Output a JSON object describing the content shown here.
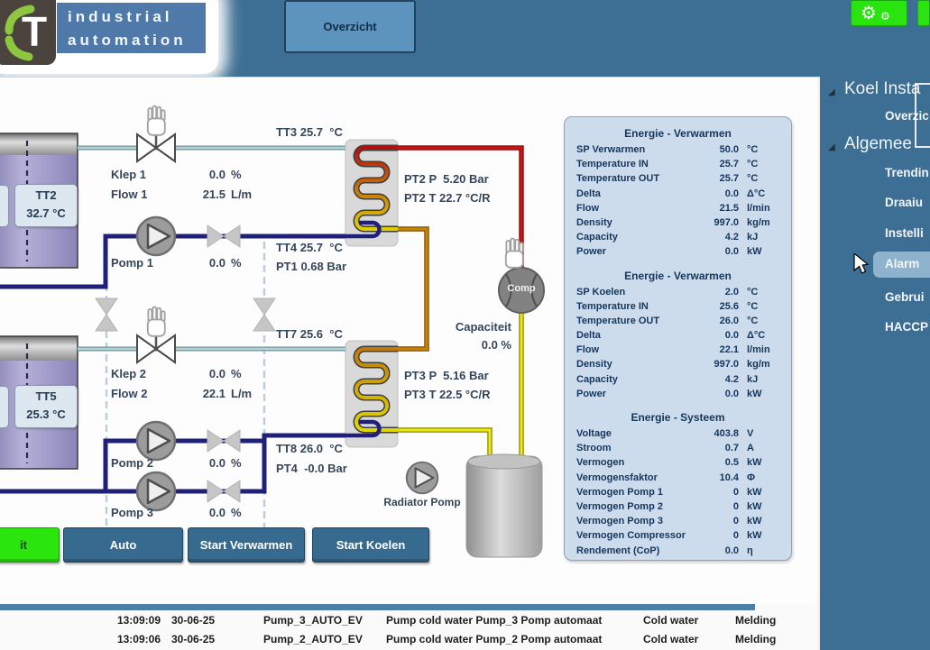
{
  "header": {
    "logo": {
      "letter": "T",
      "line1": "industrial",
      "line2": "automation"
    },
    "overzicht_button": "Overzicht"
  },
  "sidebar": {
    "items": [
      {
        "label": "Koel Insta"
      },
      {
        "label": "Overzic"
      },
      {
        "label": "Algemee"
      },
      {
        "label": "Trendin"
      },
      {
        "label": "Draaiu"
      },
      {
        "label": "Instelli"
      },
      {
        "label": "Alarm"
      },
      {
        "label": "Gebrui"
      },
      {
        "label": "HACCP"
      }
    ]
  },
  "diagram": {
    "tank1": {
      "name": "TT2",
      "temp": "32.7 °C"
    },
    "tank2": {
      "name": "TT5",
      "temp": "25.3 °C"
    },
    "rows": {
      "klep1": {
        "label": "Klep 1",
        "value": "0.0",
        "unit": "%"
      },
      "flow1": {
        "label": "Flow 1",
        "value": "21.5",
        "unit": "L/m"
      },
      "pomp1": {
        "label": "Pomp 1",
        "value": "0.0",
        "unit": "%"
      },
      "klep2": {
        "label": "Klep 2",
        "value": "0.0",
        "unit": "%"
      },
      "flow2": {
        "label": "Flow 2",
        "value": "22.1",
        "unit": "L/m"
      },
      "pomp2": {
        "label": "Pomp 2",
        "value": "0.0",
        "unit": "%"
      },
      "pomp3": {
        "label": "Pomp 3",
        "value": "0.0",
        "unit": "%"
      }
    },
    "sensors": {
      "tt3": "TT3 25.7  °C",
      "pt2p": "PT2 P  5.20 Bar",
      "pt2t": "PT2 T 22.7 °C/R",
      "tt4": "TT4 25.7  °C",
      "pt1": "PT1 0.68 Bar",
      "tt7": "TT7 25.6  °C",
      "pt3p": "PT3 P  5.16 Bar",
      "pt3t": "PT3 T 22.5 °C/R",
      "tt8": "TT8 26.0  °C",
      "pt4": "PT4  -0.0 Bar"
    },
    "capaciteit": {
      "label": "Capaciteit",
      "value": "0.0 %"
    },
    "comp_label": "Comp",
    "radiator_pomp_label": "Radiator Pomp"
  },
  "energy_panel": {
    "sections": [
      {
        "title": "Energie - Verwarmen",
        "rows": [
          {
            "label": "SP Verwarmen",
            "value": "50.0",
            "unit": "°C"
          },
          {
            "label": "Temperature IN",
            "value": "25.7",
            "unit": "°C"
          },
          {
            "label": "Temperature OUT",
            "value": "25.7",
            "unit": "°C"
          },
          {
            "label": "Delta",
            "value": "0.0",
            "unit": "Δ°C"
          },
          {
            "label": "Flow",
            "value": "21.5",
            "unit": "l/min"
          },
          {
            "label": "Density",
            "value": "997.0",
            "unit": "kg/m"
          },
          {
            "label": "Capacity",
            "value": "4.2",
            "unit": "kJ"
          },
          {
            "label": "Power",
            "value": "0.0",
            "unit": "kW"
          }
        ]
      },
      {
        "title": "Energie - Verwarmen",
        "rows": [
          {
            "label": "SP Koelen",
            "value": "2.0",
            "unit": "°C"
          },
          {
            "label": "Temperature IN",
            "value": "25.6",
            "unit": "°C"
          },
          {
            "label": "Temperature OUT",
            "value": "26.0",
            "unit": "°C"
          },
          {
            "label": "Delta",
            "value": "0.0",
            "unit": "Δ°C"
          },
          {
            "label": "Flow",
            "value": "22.1",
            "unit": "l/min"
          },
          {
            "label": "Density",
            "value": "997.0",
            "unit": "kg/m"
          },
          {
            "label": "Capacity",
            "value": "4.2",
            "unit": "kJ"
          },
          {
            "label": "Power",
            "value": "0.0",
            "unit": "kW"
          }
        ]
      },
      {
        "title": "Energie - Systeem",
        "rows": [
          {
            "label": "Voltage",
            "value": "403.8",
            "unit": "V"
          },
          {
            "label": "Stroom",
            "value": "0.7",
            "unit": "A"
          },
          {
            "label": "Vermogen",
            "value": "0.5",
            "unit": "kW"
          },
          {
            "label": "Vermogensfaktor",
            "value": "10.4",
            "unit": "Φ"
          },
          {
            "label": "Vermogen Pomp 1",
            "value": "0",
            "unit": "kW"
          },
          {
            "label": "Vermogen Pomp 2",
            "value": "0",
            "unit": "kW"
          },
          {
            "label": "Vermogen Pomp 3",
            "value": "0",
            "unit": "kW"
          },
          {
            "label": "Vermogen Compressor",
            "value": "0",
            "unit": "kW"
          },
          {
            "label": "Rendement (CoP)",
            "value": "0.0",
            "unit": "η"
          }
        ]
      }
    ]
  },
  "control_buttons": {
    "uit": "it",
    "auto": "Auto",
    "start_verwarmen": "Start Verwarmen",
    "start_koelen": "Start Koelen"
  },
  "log": {
    "rows": [
      {
        "time": "13:09:09",
        "date": "30-06-25",
        "tag": "Pump_3_AUTO_EV",
        "message": "Pump cold water Pump_3 Pomp automaat",
        "category": "Cold water",
        "type": "Melding"
      },
      {
        "time": "13:09:06",
        "date": "30-06-25",
        "tag": "Pump_2_AUTO_EV",
        "message": "Pump cold water Pump_2 Pomp automaat",
        "category": "Cold water",
        "type": "Melding"
      }
    ]
  },
  "colors": {
    "header": "#3d6f94",
    "accent_green": "#29e40e",
    "panel": "#cddcec"
  }
}
